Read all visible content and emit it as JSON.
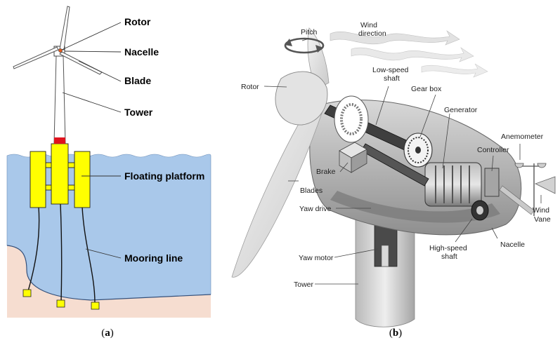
{
  "panel_a": {
    "labels": {
      "rotor": "Rotor",
      "nacelle": "Nacelle",
      "blade": "Blade",
      "tower": "Tower",
      "floating_platform": "Floating platform",
      "mooring_line": "Mooring line"
    },
    "caption_open": "(",
    "caption_letter": "a",
    "caption_close": ")",
    "colors": {
      "sea": "#a9c8ea",
      "seabed": "#f6ddd0",
      "platform": "#ffff00",
      "tower_band": "#e0141e"
    }
  },
  "panel_b": {
    "labels": {
      "pitch": "Pitch",
      "wind_direction_1": "Wind",
      "wind_direction_2": "direction",
      "rotor": "Rotor",
      "low_speed_shaft_1": "Low-speed",
      "low_speed_shaft_2": "shaft",
      "gear_box": "Gear box",
      "generator": "Generator",
      "anemometer": "Anemometer",
      "controller": "Controller",
      "brake": "Brake",
      "blades": "Blades",
      "yaw_drive": "Yaw drive",
      "wind_vane_1": "Wind",
      "wind_vane_2": "Vane",
      "high_speed_shaft_1": "High-speed",
      "high_speed_shaft_2": "shaft",
      "nacelle": "Nacelle",
      "yaw_motor": "Yaw motor",
      "tower": "Tower"
    },
    "caption_open": "(",
    "caption_letter": "b",
    "caption_close": ")"
  }
}
